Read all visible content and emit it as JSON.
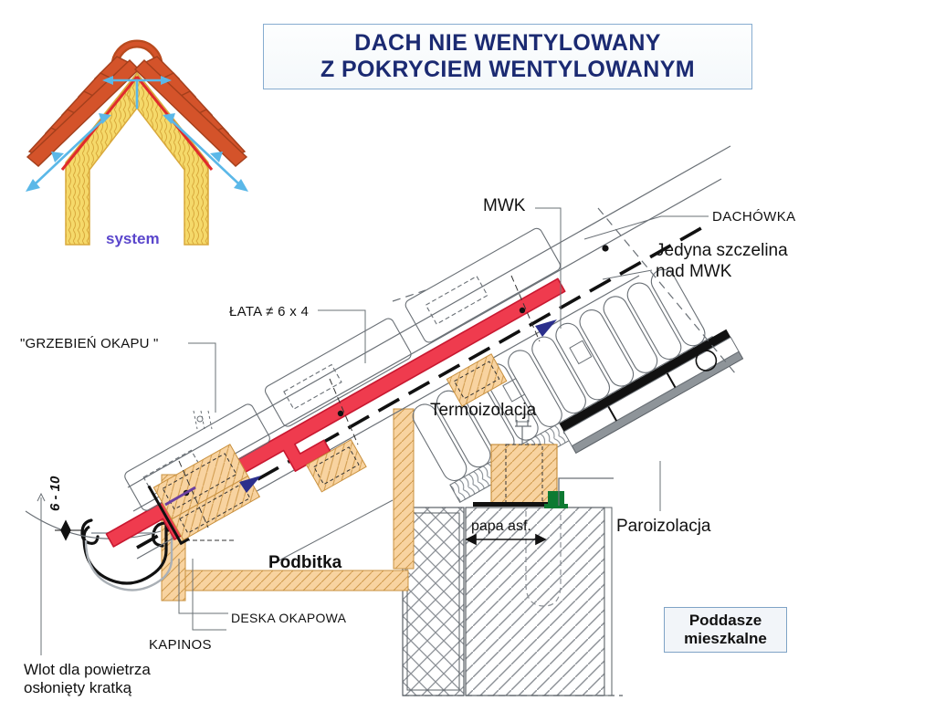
{
  "title": {
    "line1": "DACH  NIE WENTYLOWANY",
    "line2": "Z POKRYCIEM WENTYLOWANYM"
  },
  "icon": {
    "caption": "system"
  },
  "attic_box": {
    "line1": "Poddasze",
    "line2": "mieszkalne"
  },
  "labels": {
    "mwk": "MWK",
    "dachowka": "DACHÓWKA",
    "jedyna_szczelina_l1": "Jedyna szczelina",
    "jedyna_szczelina_l2": "nad MWK",
    "lata": "ŁATA ≠ 6 x 4",
    "grzebien_okapu": "\"GRZEBIEŃ OKAPU \"",
    "termoizolacja": "Termoizolacja",
    "paroizolacja": "Paroizolacja",
    "papa_asf": "papa asf.",
    "podbitka": "Podbitka",
    "deska_okapowa": "DESKA  OKAPOWA",
    "kapinos": "KAPINOS",
    "wlot_l1": "Wlot dla powietrza",
    "wlot_l2": "osłonięty kratką",
    "dim_6_10": "6 - 10"
  },
  "colors": {
    "title_text": "#1b2a72",
    "title_border": "#86acd0",
    "title_fill": "#f4f8fb",
    "system_text": "#5a46cc",
    "tile_red": "#ef3b4e",
    "tile_red_dark": "#c81830",
    "timber": "#f8d3a0",
    "timber_line": "#c9913f",
    "roof_tile_orange": "#d4532a",
    "insulation_yellow": "#f5d96a",
    "airflow_blue": "#5bb8e8",
    "membrane_black": "#111111",
    "vapour_grey": "#8e9499",
    "hatch_grey": "#8b9096",
    "outline": "#5a6066",
    "green_seal": "#0d7a32",
    "arrow_navy": "#2b2f8c"
  }
}
